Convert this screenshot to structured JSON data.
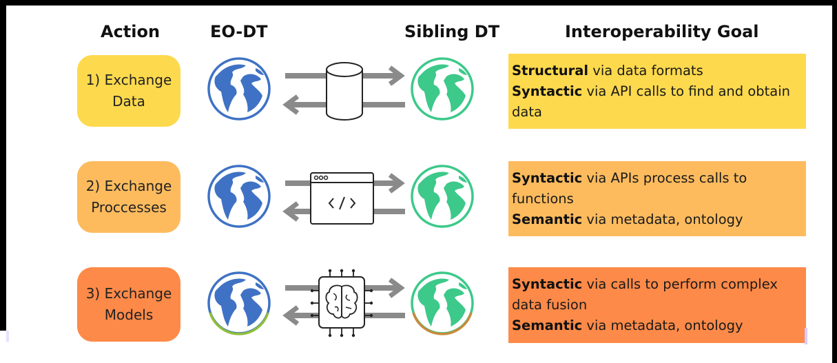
{
  "headers": {
    "action": "Action",
    "eo_dt": "EO-DT",
    "sibling_dt": "Sibling DT",
    "goal": "Interoperability Goal"
  },
  "rows": [
    {
      "action_line1": "1) Exchange",
      "action_line2": "Data",
      "action_color": "#fdd94d",
      "goal_color": "#fdd94d",
      "middle_icon": "database-cylinder-icon",
      "goal_lines": [
        {
          "bold": "Structural",
          "rest": " via data formats"
        },
        {
          "bold": "Syntactic",
          "rest": " via API calls to find and obtain"
        },
        {
          "bold": "",
          "rest": "data"
        }
      ]
    },
    {
      "action_line1": "2) Exchange",
      "action_line2": "Proccesses",
      "action_color": "#fdbb5e",
      "goal_color": "#fdbb5e",
      "middle_icon": "code-window-icon",
      "goal_lines": [
        {
          "bold": "Syntactic",
          "rest": " via APIs process calls to"
        },
        {
          "bold": "",
          "rest": "functions"
        },
        {
          "bold": "Semantic",
          "rest": " via metadata, ontology"
        }
      ]
    },
    {
      "action_line1": "3) Exchange",
      "action_line2": "Models",
      "action_color": "#fd8a48",
      "goal_color": "#fd8a48",
      "middle_icon": "ai-brain-chip-icon",
      "goal_lines": [
        {
          "bold": "Syntactic",
          "rest": " via calls to perform complex"
        },
        {
          "bold": "",
          "rest": "data fusion"
        },
        {
          "bold": "Semantic",
          "rest": " via metadata, ontology"
        }
      ]
    }
  ],
  "colors": {
    "eo_globe_outline": "#3f72c4",
    "eo_globe_land": "#3f72c4",
    "sibling_globe_outline": "#3cc98a",
    "sibling_globe_land": "#3cc98a",
    "arrow": "#8a8a8a"
  }
}
